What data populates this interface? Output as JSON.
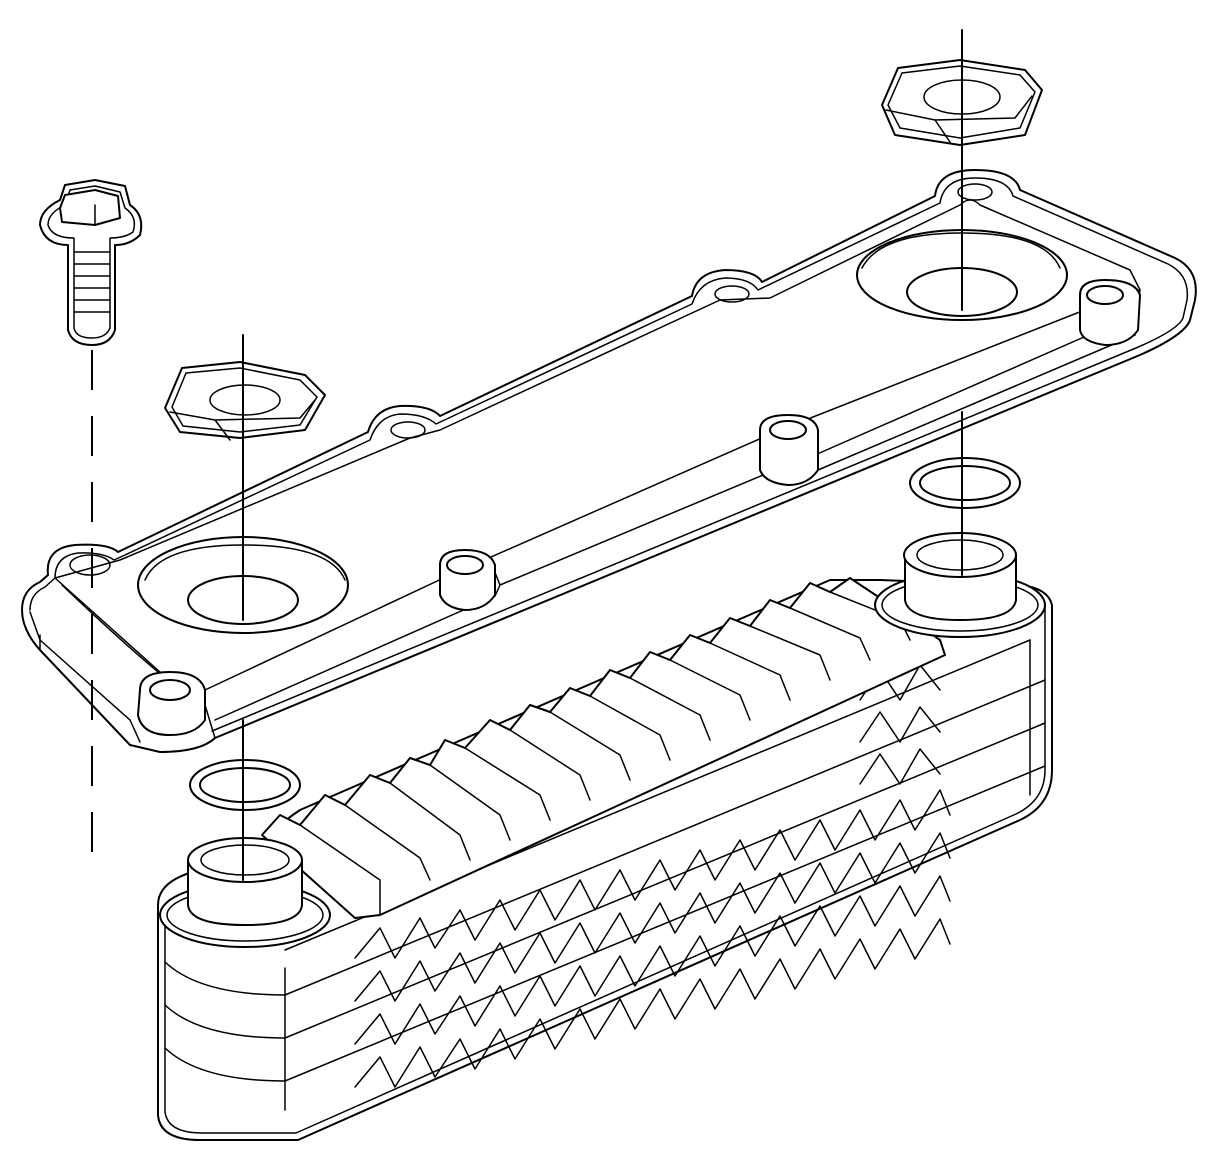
{
  "diagram": {
    "style": "black line-art exploded view",
    "line_color": "#000000",
    "background_color": "#ffffff",
    "parts": [
      {
        "name": "bolt",
        "count": 1
      },
      {
        "name": "adapter-plate",
        "count": 1
      },
      {
        "name": "hex-nut",
        "count": 2
      },
      {
        "name": "o-ring-seal",
        "count": 2
      },
      {
        "name": "oil-cooler",
        "count": 1
      }
    ]
  }
}
